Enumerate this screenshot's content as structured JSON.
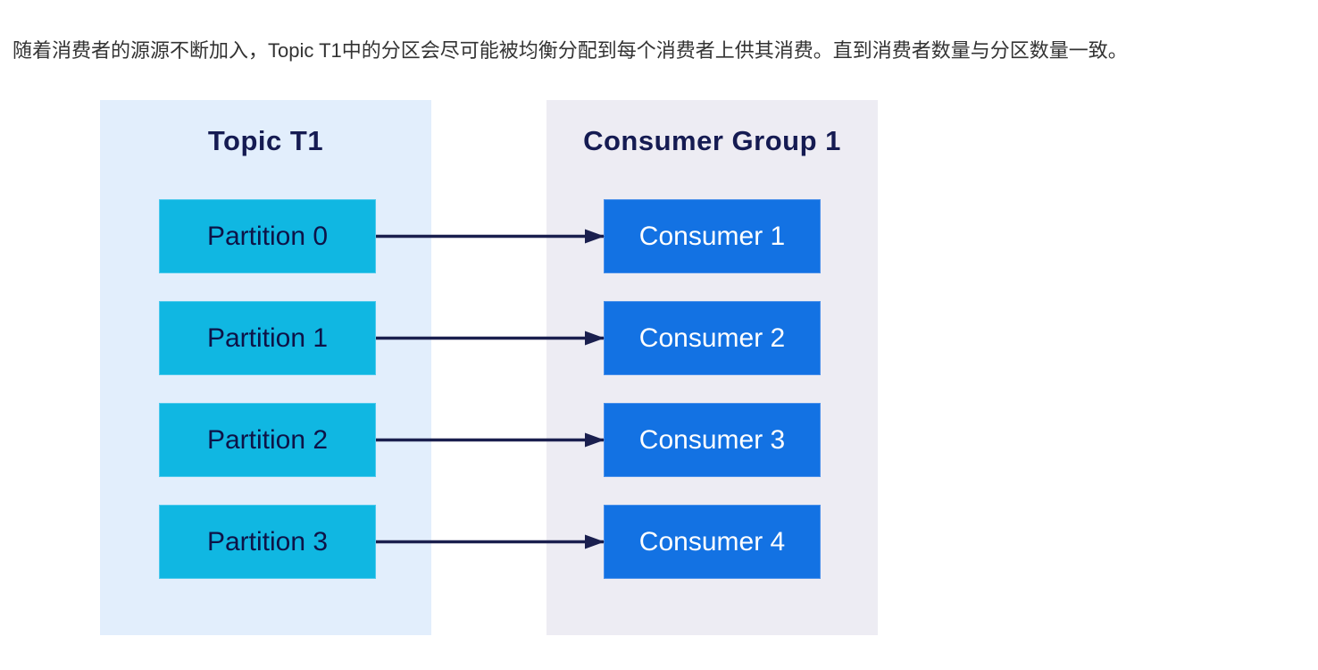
{
  "intro_text": "随着消费者的源源不断加入，Topic T1中的分区会尽可能被均衡分配到每个消费者上供其消费。直到消费者数量与分区数量一致。",
  "diagram": {
    "topic_panel": {
      "title": "Topic T1",
      "partitions": [
        {
          "label": "Partition 0"
        },
        {
          "label": "Partition 1"
        },
        {
          "label": "Partition 2"
        },
        {
          "label": "Partition 3"
        }
      ]
    },
    "consumer_panel": {
      "title": "Consumer Group 1",
      "consumers": [
        {
          "label": "Consumer 1"
        },
        {
          "label": "Consumer 2"
        },
        {
          "label": "Consumer 3"
        },
        {
          "label": "Consumer 4"
        }
      ]
    },
    "mappings": [
      [
        0,
        0
      ],
      [
        1,
        1
      ],
      [
        2,
        2
      ],
      [
        3,
        3
      ]
    ],
    "colors": {
      "topic_panel_bg": "#e2eefc",
      "consumer_panel_bg": "#edecf3",
      "partition_fill": "#10b7e2",
      "consumer_fill": "#1372e3",
      "title_text": "#151b52",
      "partition_text": "#0d1347",
      "consumer_text": "#ffffff",
      "arrow": "#1a1f4e",
      "intro_text_color": "#333333"
    }
  }
}
